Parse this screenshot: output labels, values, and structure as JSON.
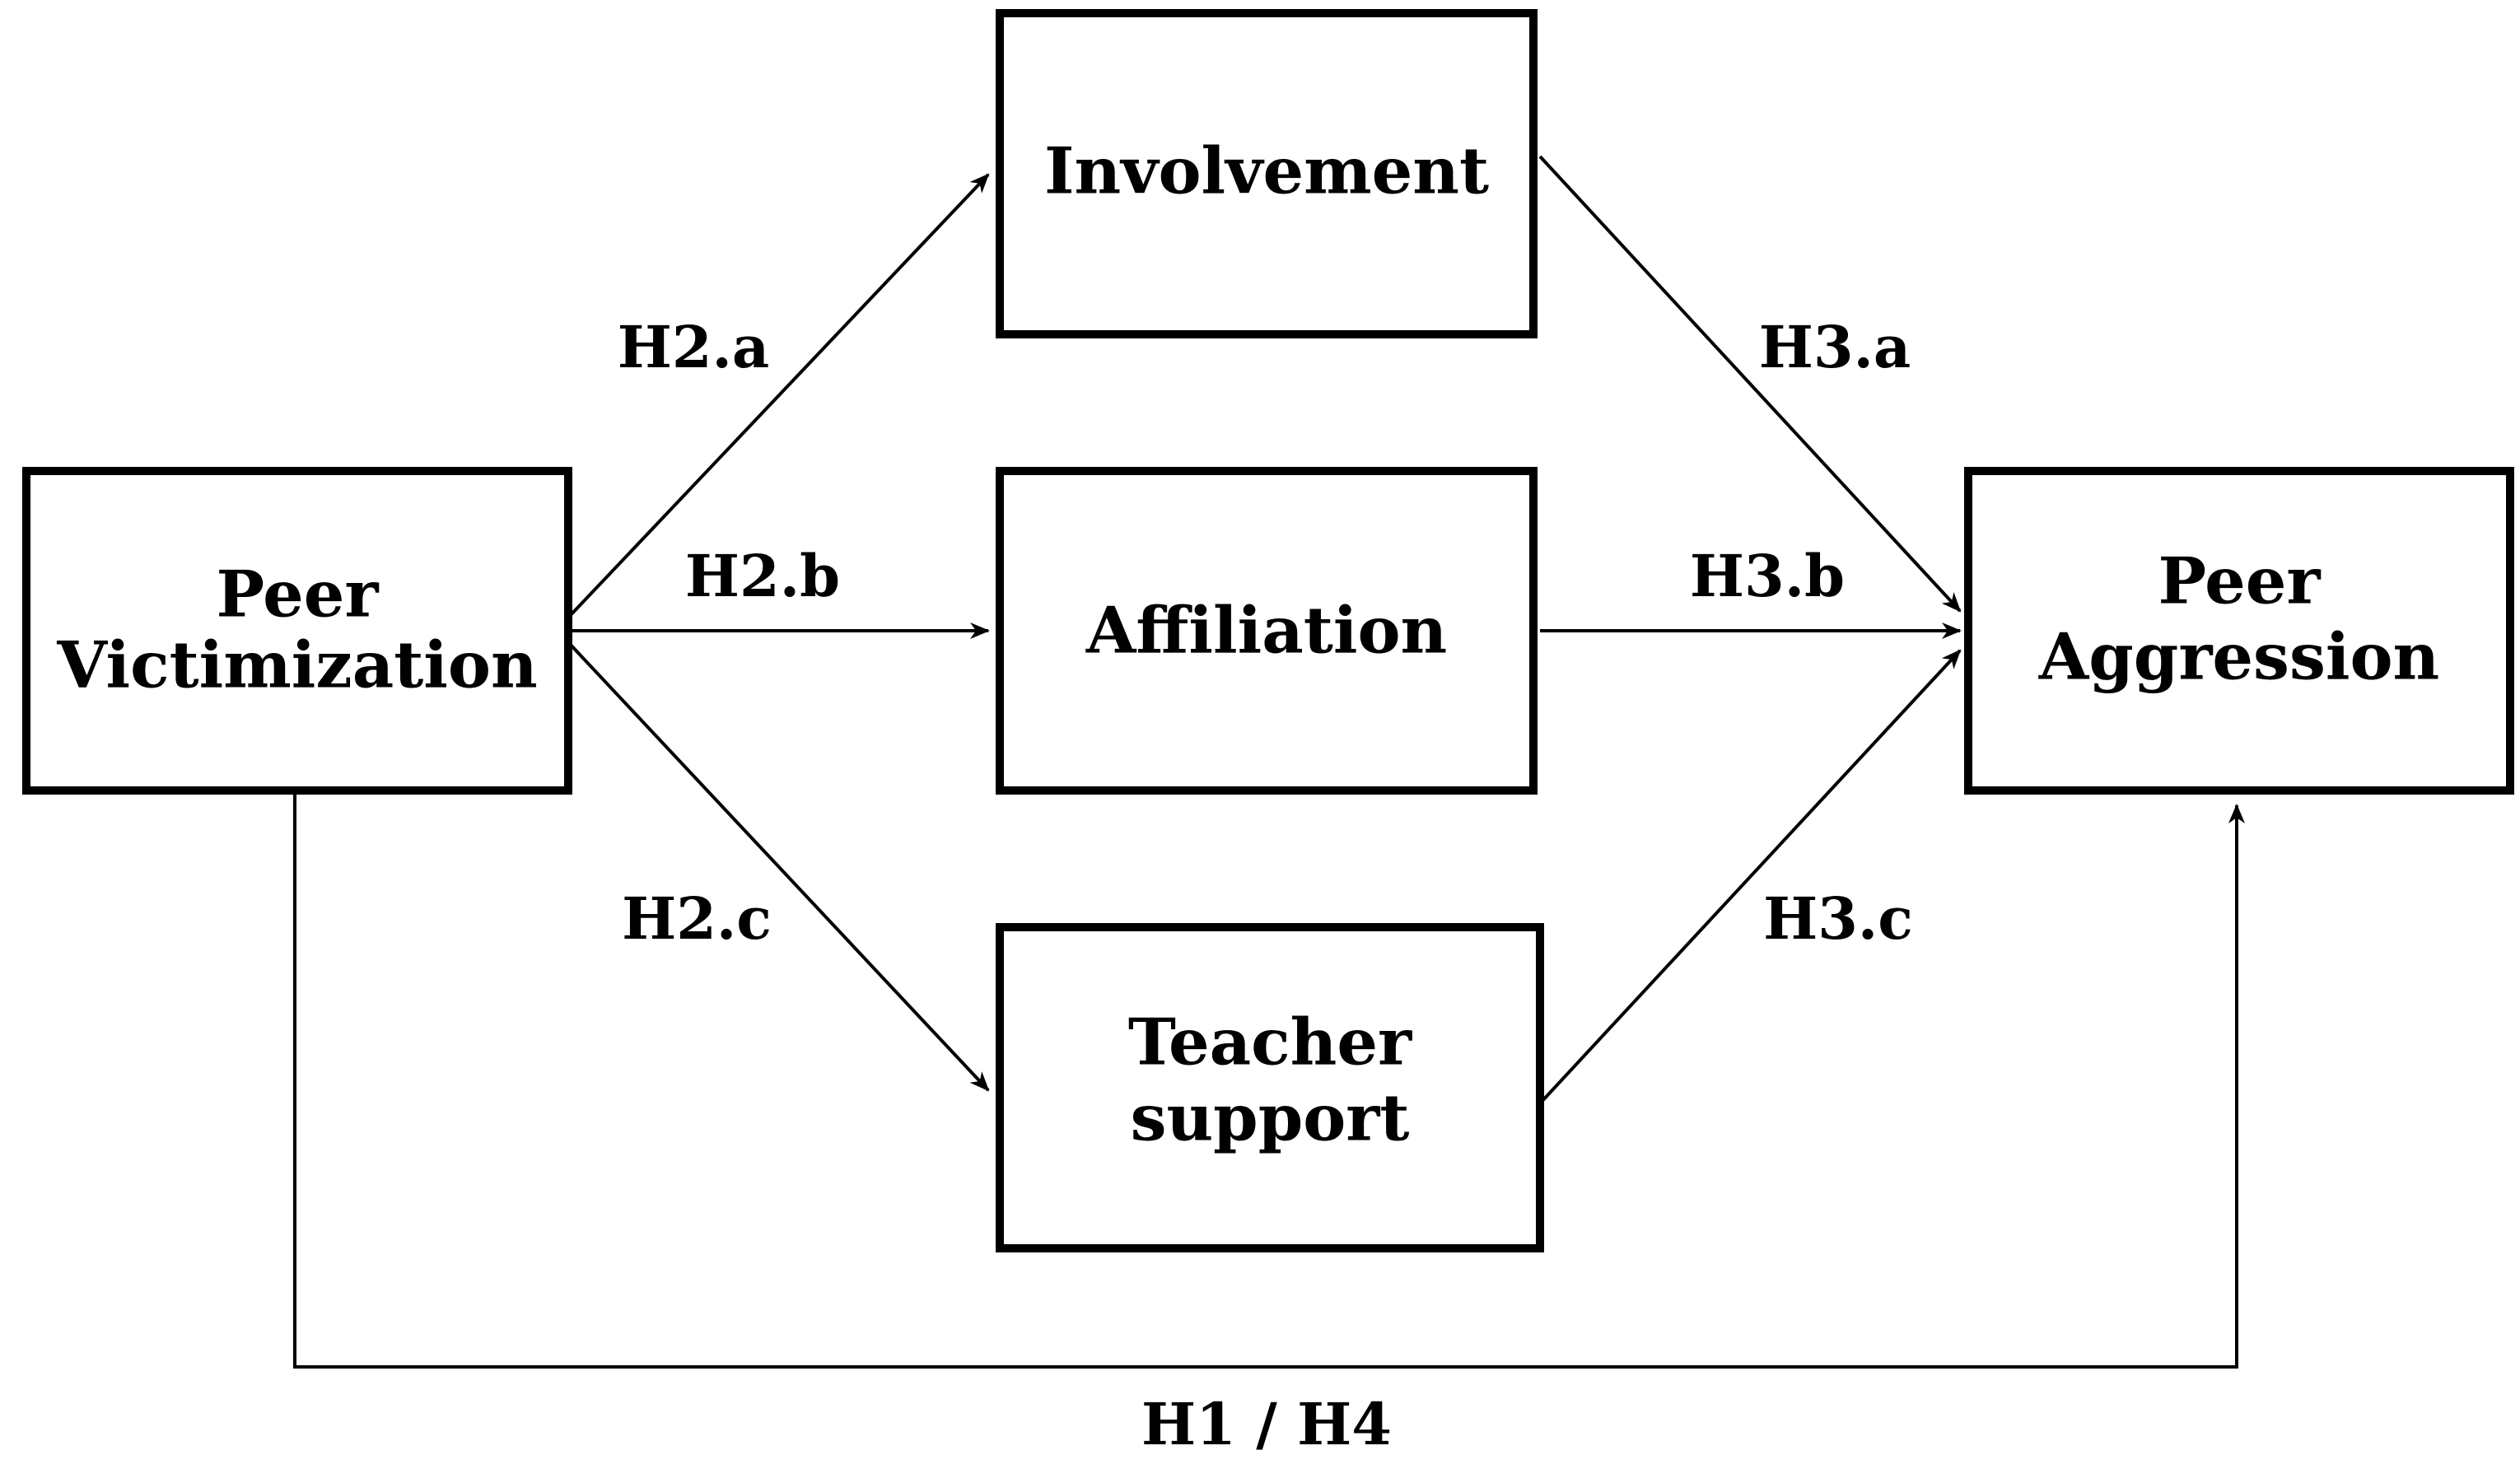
{
  "diagram": {
    "nodes": {
      "peer_victimization": {
        "line1": "Peer",
        "line2": "Victimization"
      },
      "involvement": {
        "label": "Involvement"
      },
      "affiliation": {
        "label": "Affiliation"
      },
      "teacher_support": {
        "line1": "Teacher",
        "line2": "support"
      },
      "peer_aggression": {
        "line1": "Peer",
        "line2": "Aggression"
      }
    },
    "edges": {
      "h2a": "H2.a",
      "h2b": "H2.b",
      "h2c": "H2.c",
      "h3a": "H3.a",
      "h3b": "H3.b",
      "h3c": "H3.c",
      "h1h4": "H1 / H4"
    }
  }
}
